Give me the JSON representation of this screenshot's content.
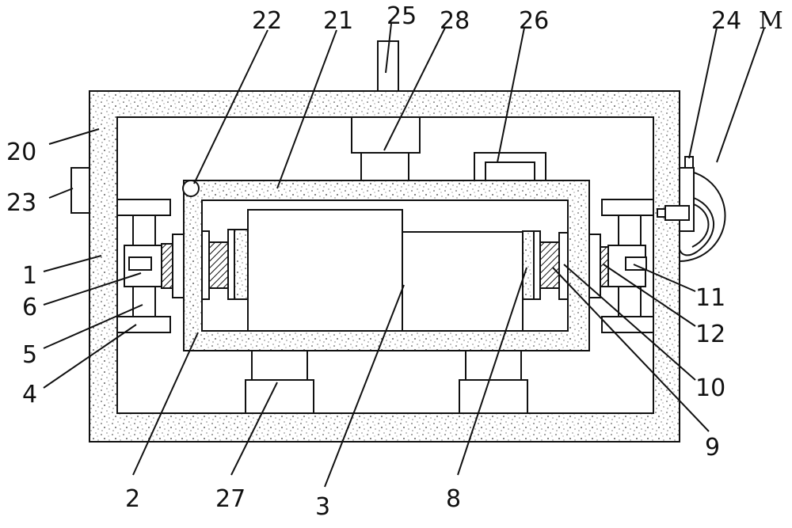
{
  "labels": {
    "l1": "1",
    "l2": "2",
    "l3": "3",
    "l4": "4",
    "l5": "5",
    "l6": "6",
    "l8": "8",
    "l9": "9",
    "l10": "10",
    "l11": "11",
    "l12": "12",
    "l20": "20",
    "l21": "21",
    "l22": "22",
    "l23": "23",
    "l24": "24",
    "l25": "25",
    "l26": "26",
    "l27": "27",
    "l28": "28",
    "lM": "M"
  }
}
